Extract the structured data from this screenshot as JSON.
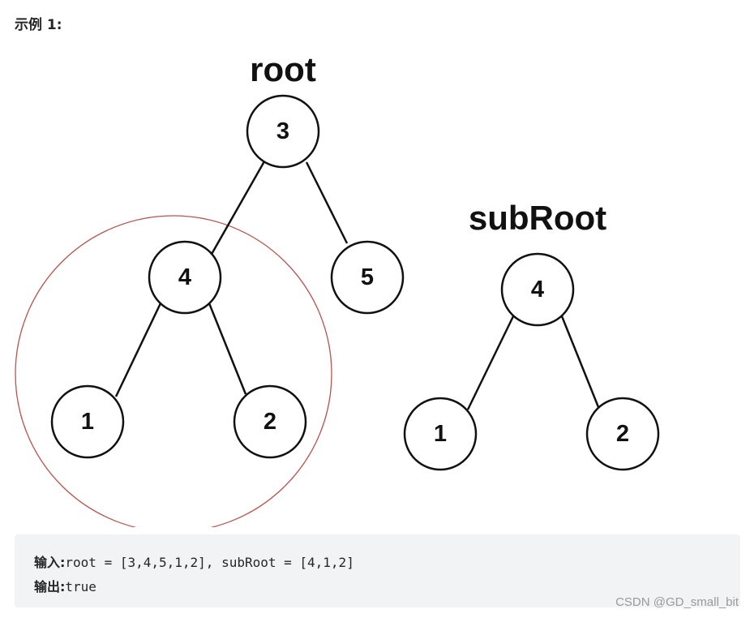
{
  "heading": "示例 1:",
  "diagram": {
    "trees": [
      {
        "label": "root",
        "nodes": [
          {
            "id": "r3",
            "value": "3"
          },
          {
            "id": "r4",
            "value": "4"
          },
          {
            "id": "r5",
            "value": "5"
          },
          {
            "id": "r1",
            "value": "1"
          },
          {
            "id": "r2",
            "value": "2"
          }
        ],
        "edges": [
          [
            "r3",
            "r4"
          ],
          [
            "r3",
            "r5"
          ],
          [
            "r4",
            "r1"
          ],
          [
            "r4",
            "r2"
          ]
        ]
      },
      {
        "label": "subRoot",
        "nodes": [
          {
            "id": "s4",
            "value": "4"
          },
          {
            "id": "s1",
            "value": "1"
          },
          {
            "id": "s2",
            "value": "2"
          }
        ],
        "edges": [
          [
            "s4",
            "s1"
          ],
          [
            "s4",
            "s2"
          ]
        ]
      }
    ],
    "highlight_color": "#b85450"
  },
  "example": {
    "input_label": "输入:",
    "input_value": "root = [3,4,5,1,2], subRoot = [4,1,2]",
    "output_label": "输出:",
    "output_value": "true"
  },
  "watermark": "CSDN @GD_small_bit"
}
